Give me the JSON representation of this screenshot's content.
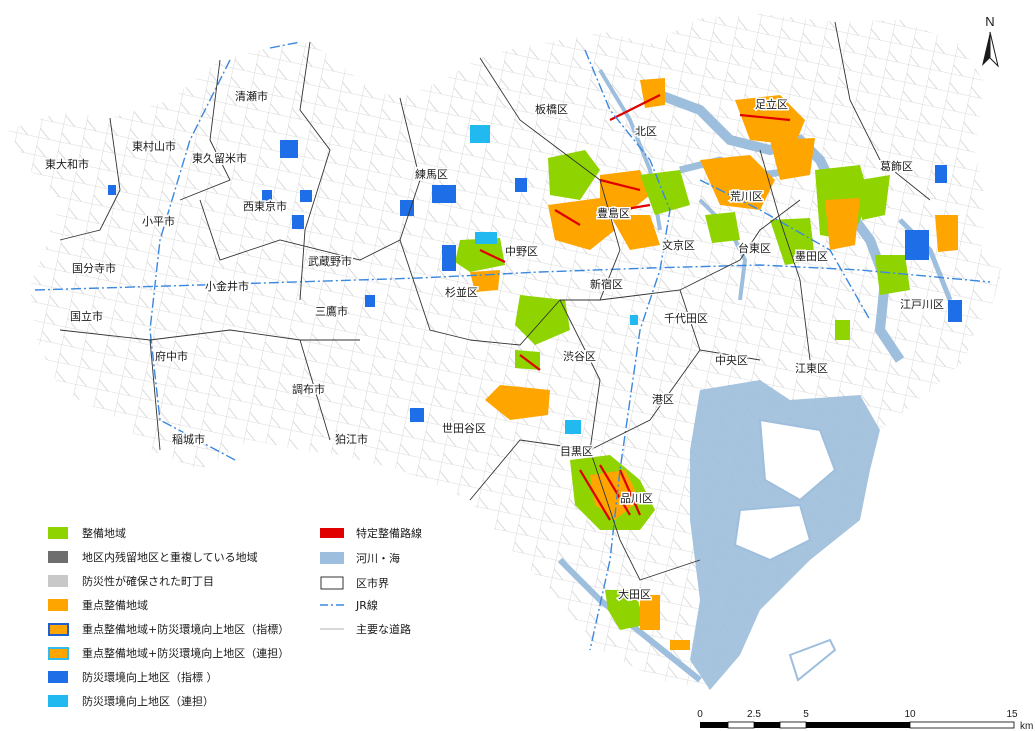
{
  "north_label": "N",
  "colors": {
    "seibi": "#8fd400",
    "zanryu": "#6e6e6e",
    "bousai_kakuho": "#c8c8c8",
    "juten": "#ffa500",
    "juten_shihyo_border": "#1f5fd0",
    "juten_rentan_border": "#33bbee",
    "kankyo_shihyo": "#1e6ee8",
    "kankyo_rentan": "#22b8f0",
    "tokutei_road": "#e00000",
    "water": "#9dbedc",
    "jr": "#3a88e0",
    "boundary": "#333333",
    "road": "#cccccc"
  },
  "places": {
    "kiyose": "清瀬市",
    "higashikurume": "東久留米市",
    "higashimurayama": "東村山市",
    "higashiyamato": "東大和市",
    "kodaira": "小平市",
    "nishitokyo": "西東京市",
    "kokubunji": "国分寺市",
    "koganei": "小金井市",
    "musashino": "武蔵野市",
    "mitaka": "三鷹市",
    "kunitachi": "国立市",
    "fuchu": "府中市",
    "chofu": "調布市",
    "komae": "狛江市",
    "inagi": "稲城市",
    "itabashi": "板橋区",
    "nerima": "練馬区",
    "kita": "北区",
    "adachi": "足立区",
    "katsushika": "葛飾区",
    "arakawa": "荒川区",
    "toshima": "豊島区",
    "bunkyo": "文京区",
    "taito": "台東区",
    "sumida": "墨田区",
    "nakano": "中野区",
    "suginami": "杉並区",
    "shinjuku": "新宿区",
    "chiyoda": "千代田区",
    "edogawa": "江戸川区",
    "shibuya": "渋谷区",
    "chuo": "中央区",
    "koto": "江東区",
    "minato": "港区",
    "setagaya": "世田谷区",
    "meguro": "目黒区",
    "shinagawa": "品川区",
    "ota": "大田区"
  },
  "legend": {
    "left": [
      "整備地域",
      "地区内残留地区と重複している地域",
      "防災性が確保された町丁目",
      "重点整備地域",
      "重点整備地域+防災環境向上地区（指標）",
      "重点整備地域+防災環境向上地区（連担）",
      "防災環境向上地区（指標 ）",
      "防災環境向上地区（連担）"
    ],
    "right": [
      "特定整備路線",
      "河川・海",
      "区市界",
      "JR線",
      "主要な道路"
    ]
  },
  "scale": {
    "ticks": [
      "0",
      "2.5",
      "5",
      "10",
      "15"
    ],
    "unit": "km"
  }
}
